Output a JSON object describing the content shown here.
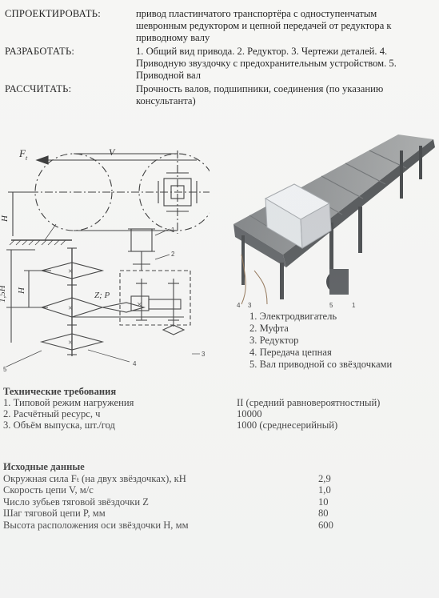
{
  "tasks": [
    {
      "label": "СПРОЕКТИРОВАТЬ:",
      "text": "привод пластинчатого транспортёра с одноступенчатым шевронным редуктором и цепной передачей от редуктора к приводному валу"
    },
    {
      "label": "РАЗРАБОТАТЬ:",
      "text": "1. Общий вид привода. 2. Редуктор. 3. Чертежи деталей. 4. Приводную звуздочку с предохранительным устройством. 5. Приводной вал"
    },
    {
      "label": "РАССЧИТАТЬ:",
      "text": "Прочность валов, подшипники, соединения (по указанию консультанта)"
    }
  ],
  "diagram": {
    "force_label": "F",
    "force_sub": "t",
    "velocity_label": "V",
    "h_label": "H",
    "h15_label": "1,5H",
    "h_small_label": "H",
    "zp_label": "Z; P",
    "num1": "1",
    "num2": "2",
    "num3": "3",
    "num4": "4",
    "num5": "5",
    "photo_num4": "4",
    "photo_num3": "3",
    "photo_num5": "5",
    "photo_num1": "1"
  },
  "legend": [
    "1. Электродвигатель",
    "2. Муфта",
    "3. Редуктор",
    "4. Передача цепная",
    "5. Вал приводной со звёздочками"
  ],
  "requirements": {
    "title": "Технические требования",
    "rows": [
      {
        "k": "1. Типовой режим нагружения",
        "v": "II (средний равновероятностный)"
      },
      {
        "k": "2. Расчётный ресурс, ч",
        "v": "10000"
      },
      {
        "k": "3. Объём выпуска, шт./год",
        "v": "1000 (среднесерийный)"
      }
    ]
  },
  "input": {
    "title": "Исходные данные",
    "rows": [
      {
        "k": "Окружная сила Fₜ (на двух звёздочках), кН",
        "v": "2,9"
      },
      {
        "k": "Скорость цепи V, м/с",
        "v": "1,0"
      },
      {
        "k": "Число зубьев тяговой звёздочки Z",
        "v": "10"
      },
      {
        "k": "Шаг тяговой цепи P, мм",
        "v": "80"
      },
      {
        "k": "Высота расположения оси звёздочки H, мм",
        "v": "600"
      }
    ]
  }
}
